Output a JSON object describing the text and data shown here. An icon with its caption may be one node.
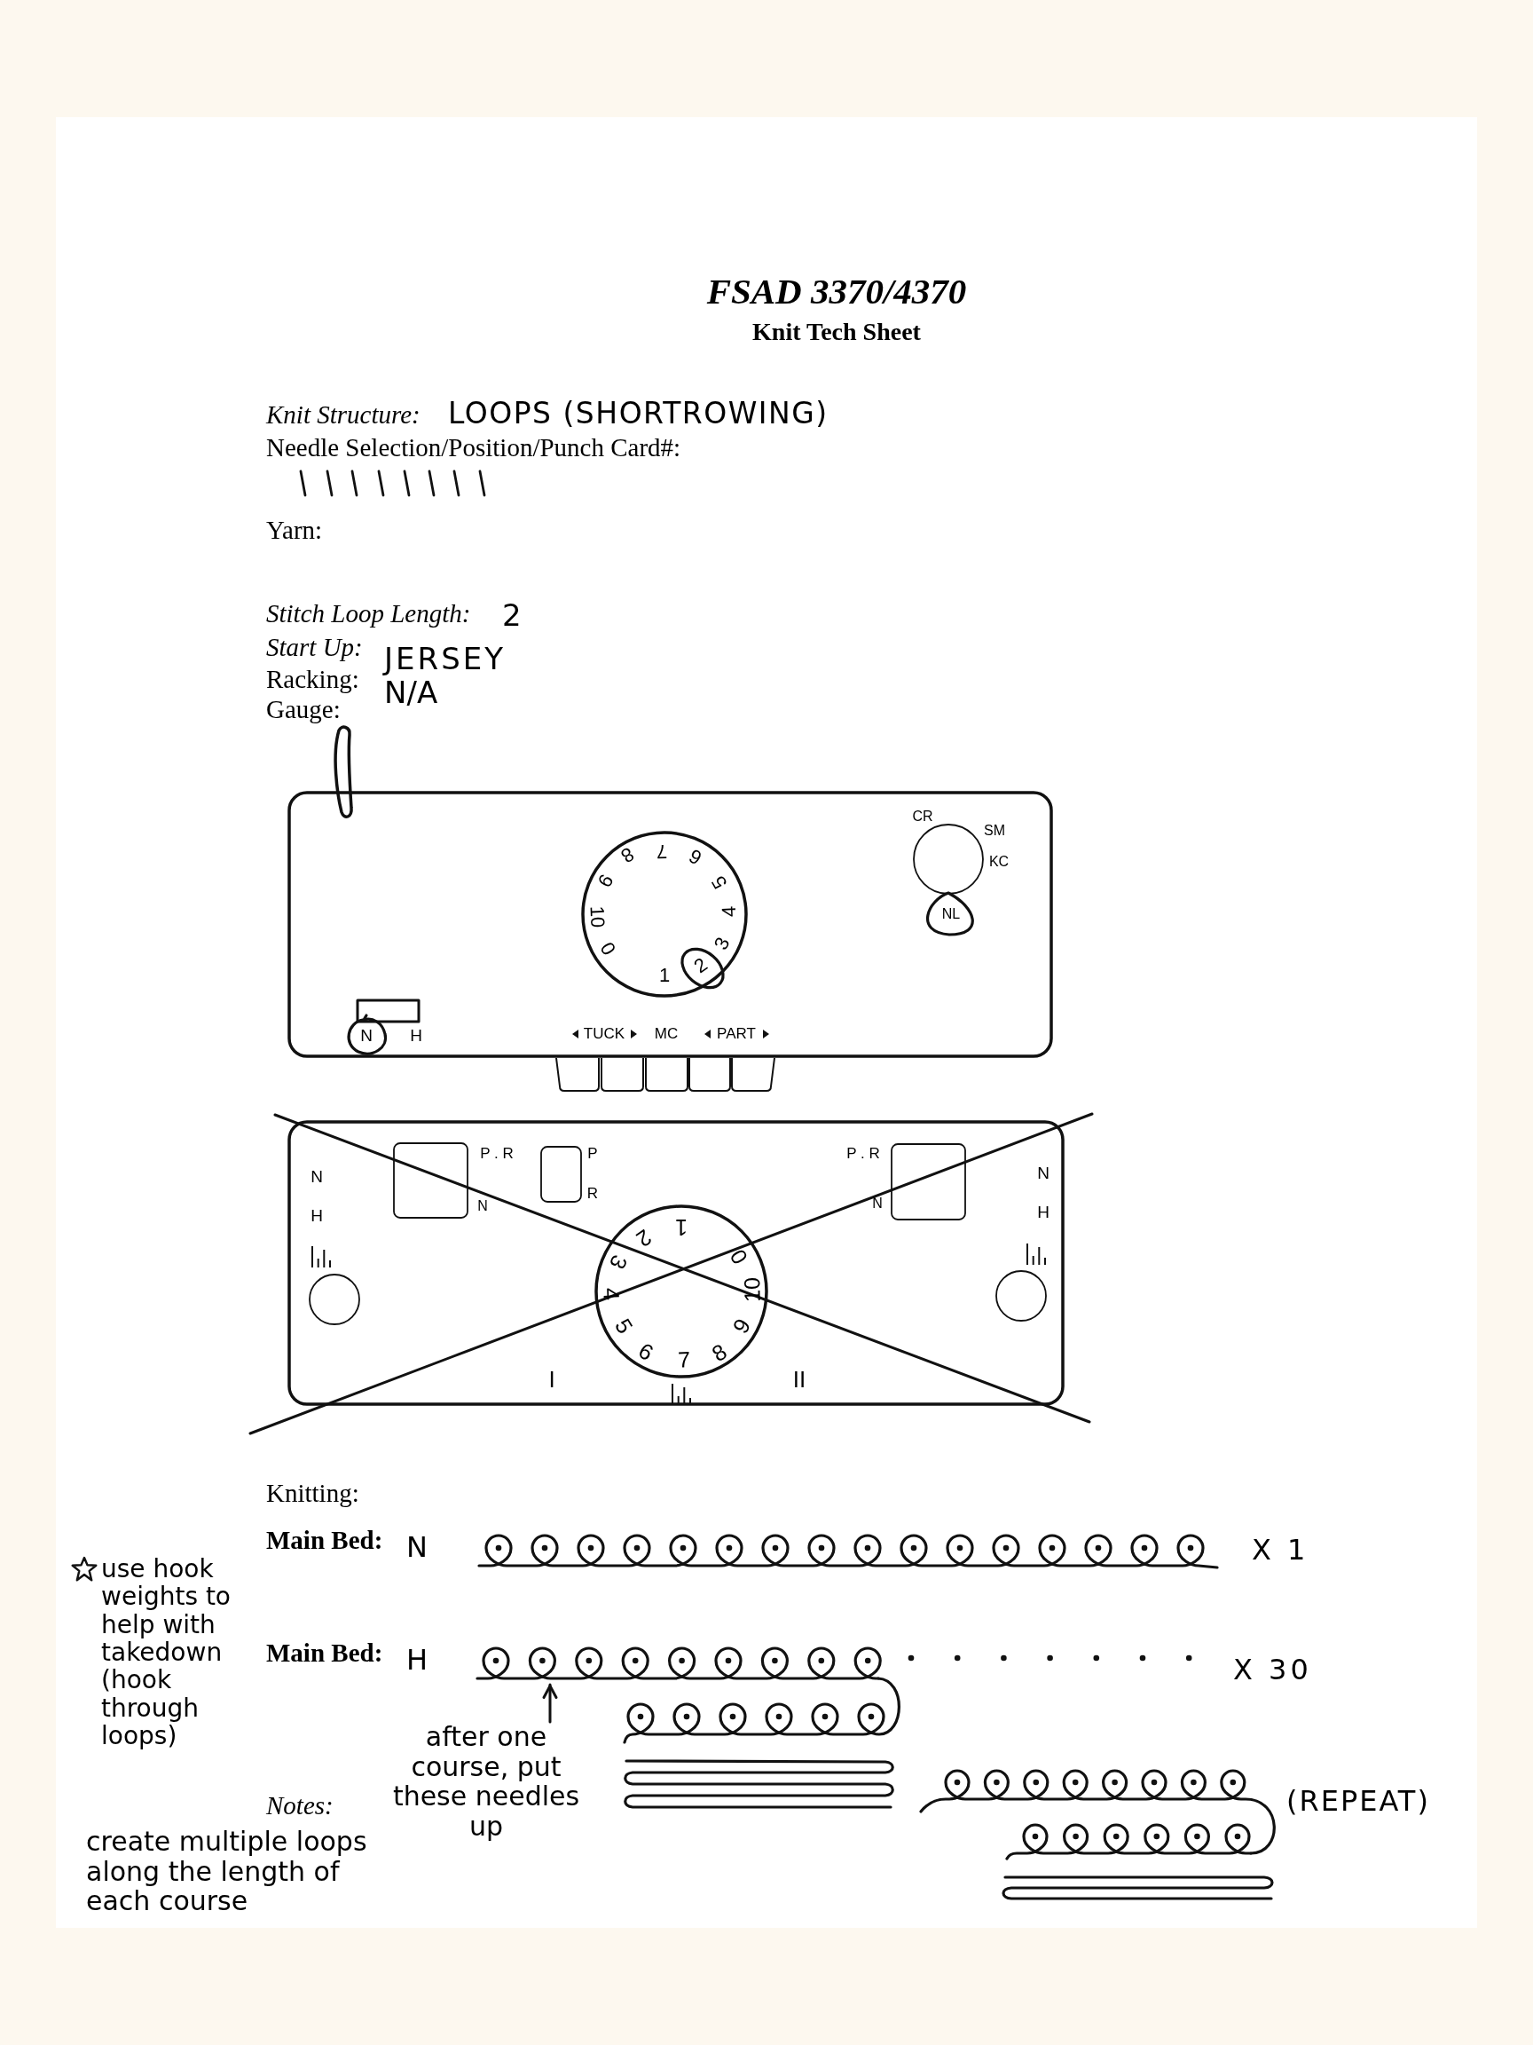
{
  "diagram": {
    "title": "FSAD 3370/4370",
    "nodes": [
      {
        "text": [
          "after one course, put these needles up"
        ]
      },
      {
        "text": [],
        "shape": "picture"
      }
    ],
    "edges": [
      {
        "from": 0,
        "to": 1,
        "arrow": "to"
      }
    ],
    "labels": [
      "Knit Tech Sheet",
      "Knit Structure:",
      "LOOPS (SHORTROWING)",
      "Needle Selection/Position/Punch Card#:",
      "Yarn:",
      "Stitch Loop Length:",
      "2",
      "Start Up:",
      "JERSEY",
      "Racking:",
      "N/A",
      "Gauge:",
      "CR",
      "SM",
      "8",
      "7",
      "6",
      "KC",
      "9",
      "5",
      "10",
      "4",
      "NL",
      "0",
      "3",
      "1",
      "2",
      "N",
      "H",
      "TUCK",
      "MC",
      "PART",
      "P . R",
      "P",
      "P . R",
      "N",
      "N",
      "H",
      "N",
      "R",
      "N",
      "H",
      "2",
      "1",
      "3",
      "0",
      "4",
      "10",
      "5",
      "9",
      "I",
      "6",
      "7",
      "8",
      "II",
      "Knitting:",
      "Main Bed:",
      "N",
      "X 1",
      "use hook weights to help with takedown (hook through loops)",
      "Main Bed:",
      "H",
      "X 30",
      "Notes:",
      "(REPEAT)",
      "create multiple loops along the length of each course"
    ]
  }
}
